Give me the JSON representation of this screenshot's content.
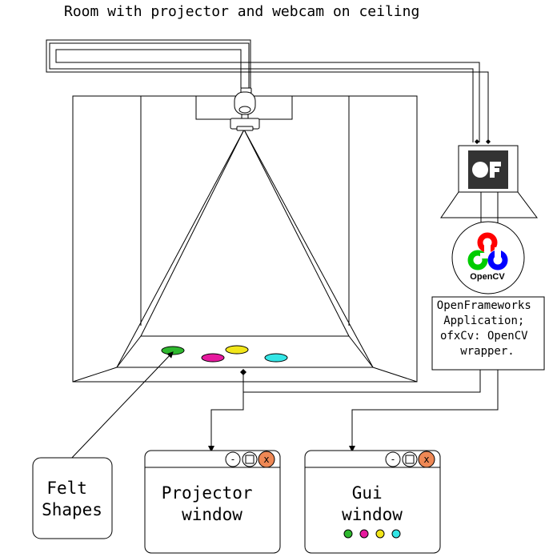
{
  "title": "Room with projector and webcam on ceiling",
  "labels": {
    "felt_shapes": [
      "Felt",
      "Shapes"
    ],
    "projector_window": [
      "Projector",
      "window"
    ],
    "gui_window": [
      "Gui",
      "window"
    ],
    "app_description": [
      "OpenFrameworks",
      "Application;",
      "ofxCv: OpenCV",
      "wrapper."
    ],
    "opencv": "OpenCV",
    "win_min": "-",
    "win_close": "x"
  },
  "colors": {
    "felt_shapes": [
      "#2eb82e",
      "#e6199e",
      "#f2e61a",
      "#33e6e6"
    ],
    "close_button": "#ee8855",
    "opencv_red": "#ff0000",
    "opencv_green": "#00cc00",
    "opencv_blue": "#0000ff",
    "of_logo_bg": "#333333"
  },
  "icons": [
    "webcam-icon",
    "projector-icon",
    "openframeworks-logo-icon",
    "opencv-logo-icon",
    "minimize-icon",
    "maximize-icon",
    "close-icon"
  ]
}
